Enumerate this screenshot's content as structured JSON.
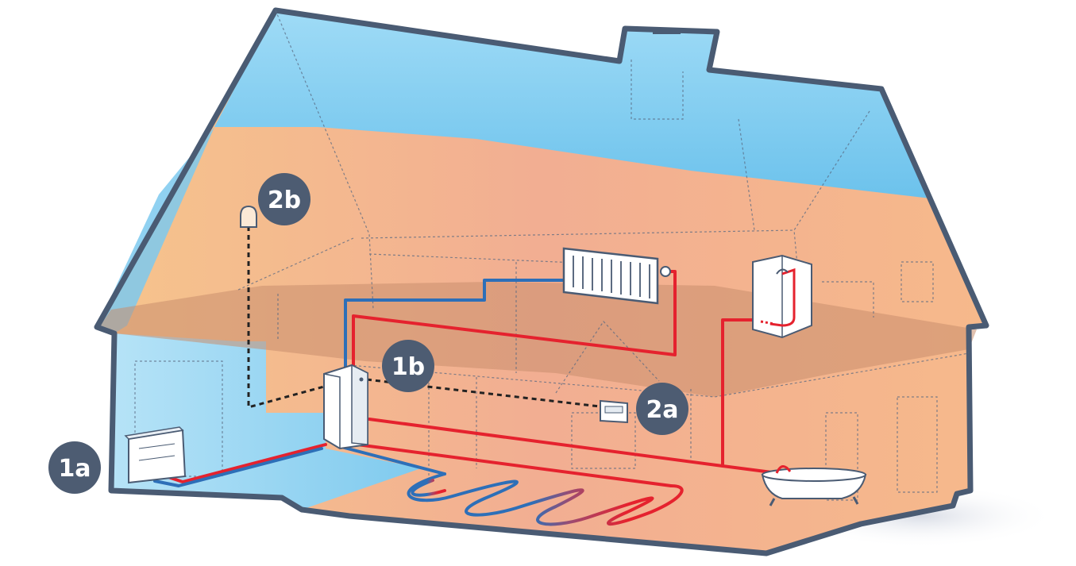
{
  "labels": {
    "outdoor_unit": "1a",
    "indoor_unit": "1b",
    "room_thermostat": "2a",
    "outdoor_sensor": "2b"
  },
  "colors": {
    "roof_sky": "#7ccaee",
    "interior_warm": "#f3b78f",
    "floor_band": "#c98e6e",
    "ground_floor_cool": "#8fd0f0",
    "outline": "#4a5b73",
    "badge": "#4d5c72",
    "hot_pipe": "#e5222e",
    "cold_pipe": "#2d6fb8",
    "signal_line": "#222222",
    "appliance_fill": "#ffffff",
    "appliance_stroke": "#4a5b73"
  },
  "icons": [
    "outdoor-unit-icon",
    "indoor-unit-icon",
    "radiator-icon",
    "shower-icon",
    "bathtub-icon",
    "thermostat-icon",
    "outdoor-sensor-icon",
    "underfloor-heating-icon"
  ]
}
